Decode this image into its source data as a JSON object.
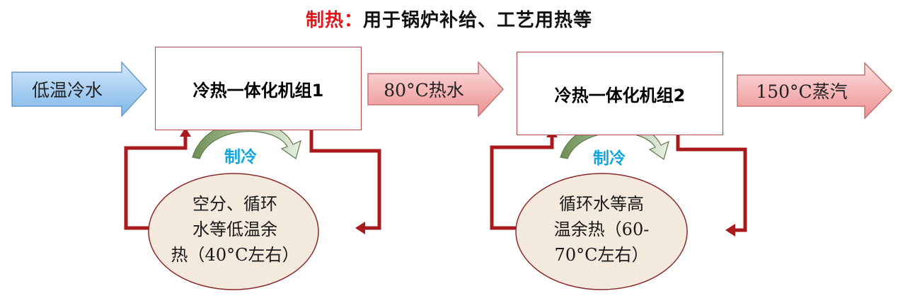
{
  "title": {
    "highlight": "制热：",
    "rest": "用于锅炉补给、工艺用热等"
  },
  "inputs": {
    "low_temp_water": "低温冷水",
    "hot_water_80": "80°C热水",
    "steam_150": "150°C蒸汽"
  },
  "units": {
    "unit1": "冷热一体化机组1",
    "unit2": "冷热一体化机组2"
  },
  "cooling": {
    "label1": "制冷",
    "label2": "制冷"
  },
  "sources": {
    "source1_lines": [
      "空分、循环",
      "水等低温余",
      "热（40°C左右）"
    ],
    "source2_lines": [
      "循环水等高",
      "温余热（60-",
      "70°C左右）"
    ]
  },
  "colors": {
    "title_highlight": "#e0161b",
    "cool_label": "#14a5dc",
    "loop_line": "#a81a1e",
    "ellipse_fill": "#f3e9dd",
    "ellipse_stroke": "#8b2a2a",
    "cold_arrow": "#8ec4ef",
    "hot_arrow": "#f2a2a2"
  }
}
